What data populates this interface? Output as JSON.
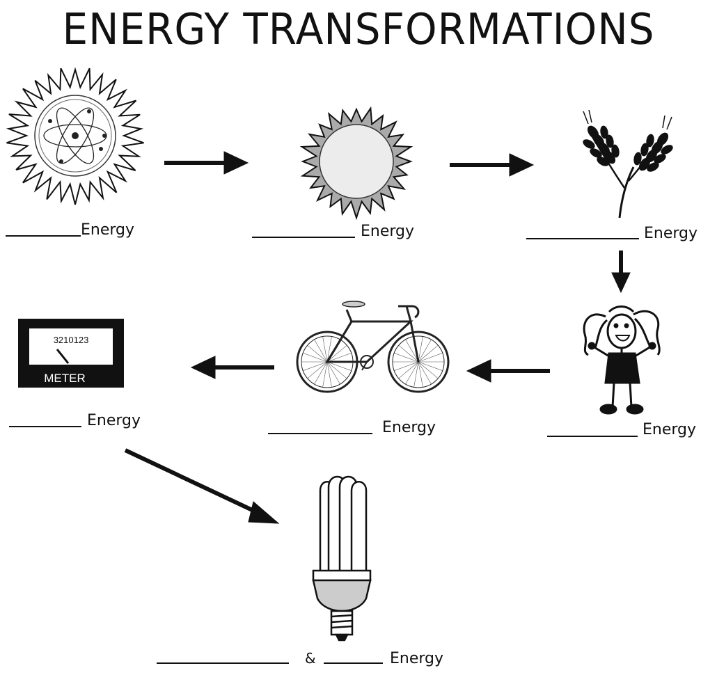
{
  "title": "ENERGY TRANSFORMATIONS",
  "energy_word": "Energy",
  "ampersand": "&",
  "meter": {
    "scale": "3210123",
    "label": "METER"
  }
}
